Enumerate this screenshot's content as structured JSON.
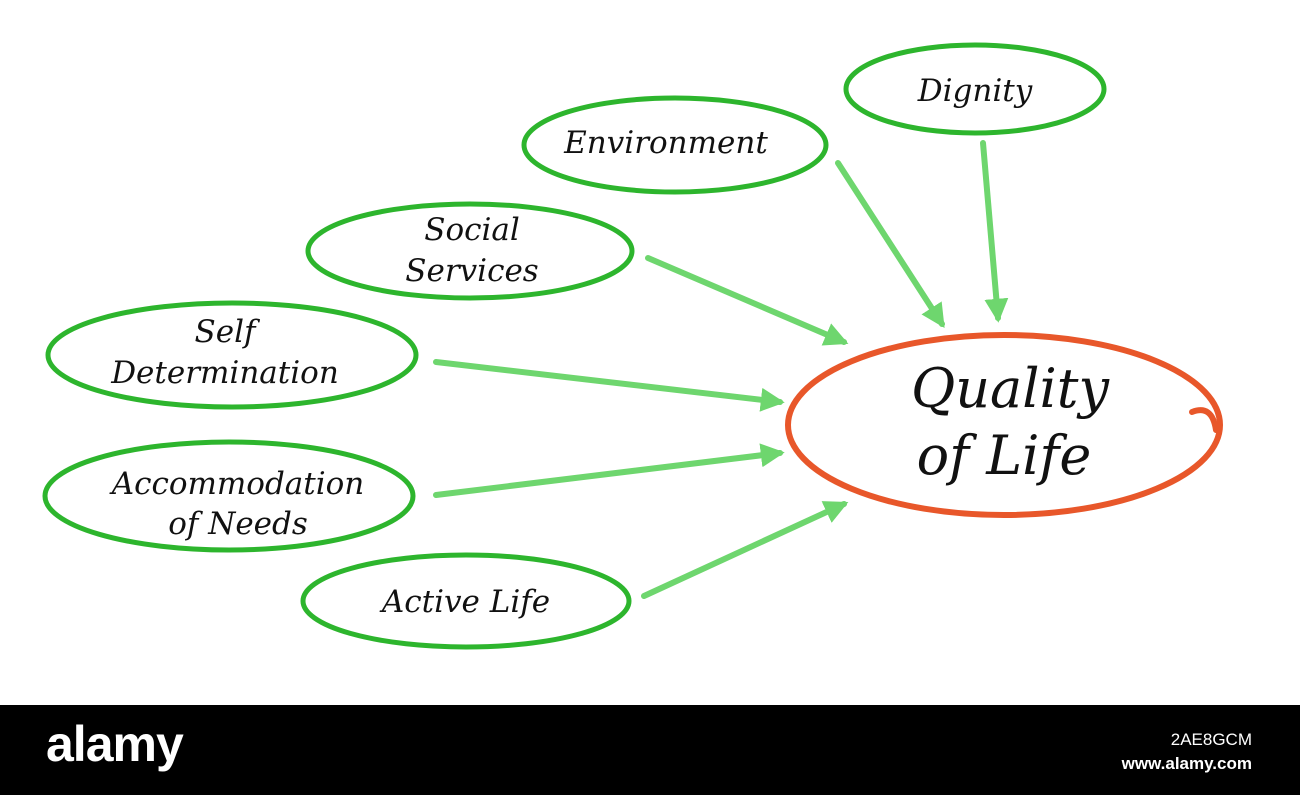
{
  "diagram": {
    "center": {
      "label_lines": [
        "Quality",
        "of Life"
      ]
    },
    "nodes": [
      {
        "id": "dignity",
        "lines": [
          "Dignity"
        ]
      },
      {
        "id": "environment",
        "lines": [
          "Environment"
        ]
      },
      {
        "id": "social-services",
        "lines": [
          "Social",
          "Services"
        ]
      },
      {
        "id": "self-determination",
        "lines": [
          "Self",
          "Determination"
        ]
      },
      {
        "id": "accommodation-of-needs",
        "lines": [
          "Accommodation",
          "of Needs"
        ]
      },
      {
        "id": "active-life",
        "lines": [
          "Active Life"
        ]
      }
    ],
    "colors": {
      "node_outline": "#2db52d",
      "arrow": "#6ed66e",
      "center_outline": "#e8572a",
      "text": "#111111"
    }
  },
  "banner": {
    "brand": "alamy",
    "image_code": "2AE8GCM",
    "site": "www.alamy.com",
    "background": "#000000"
  }
}
